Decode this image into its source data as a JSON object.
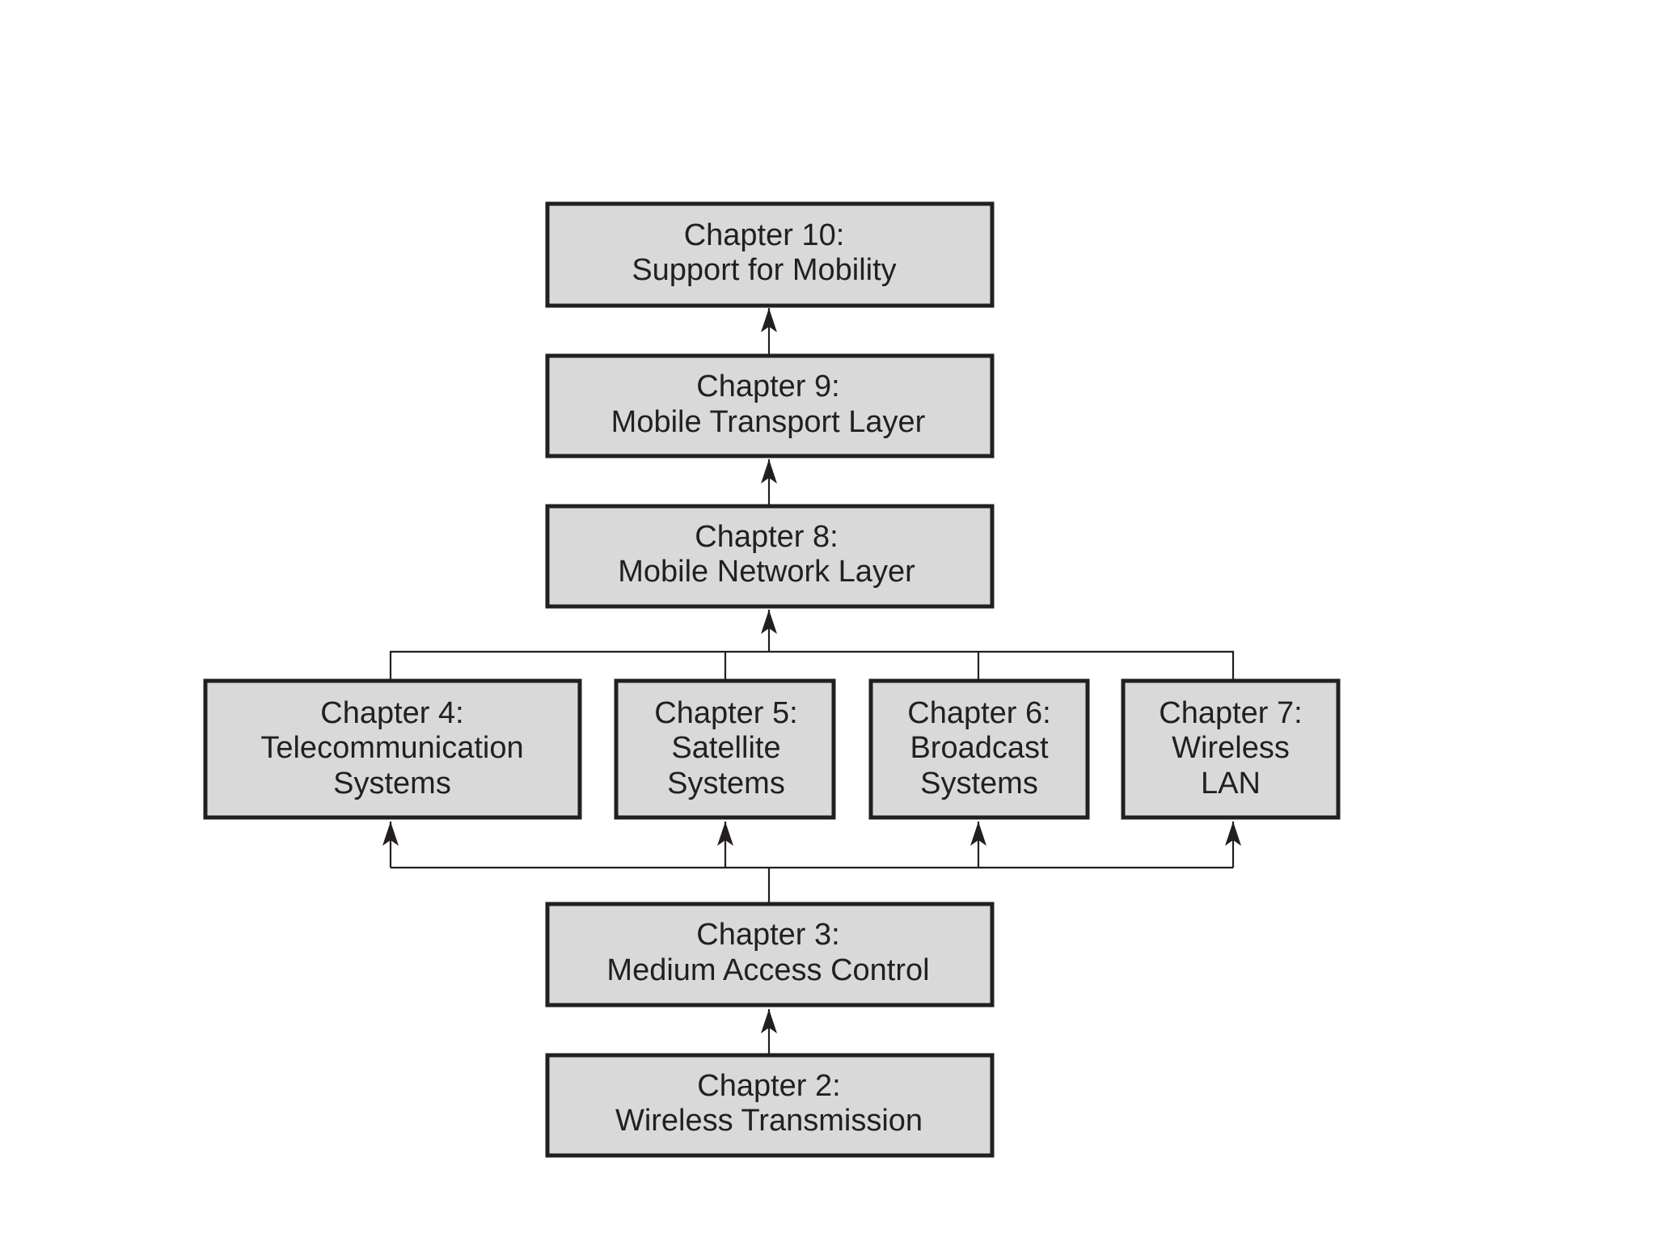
{
  "diagram": {
    "chapters": {
      "ch10": {
        "line1": "Chapter 10:",
        "line2": "Support for Mobility"
      },
      "ch9": {
        "line1": "Chapter 9:",
        "line2": "Mobile Transport Layer"
      },
      "ch8": {
        "line1": "Chapter 8:",
        "line2": "Mobile Network Layer"
      },
      "ch4": {
        "line1": "Chapter 4:",
        "line2": "Telecommunication",
        "line3": "Systems"
      },
      "ch5": {
        "line1": "Chapter 5:",
        "line2": "Satellite",
        "line3": "Systems"
      },
      "ch6": {
        "line1": "Chapter 6:",
        "line2": "Broadcast",
        "line3": "Systems"
      },
      "ch7": {
        "line1": "Chapter 7:",
        "line2": "Wireless",
        "line3": "LAN"
      },
      "ch3": {
        "line1": "Chapter 3:",
        "line2": "Medium Access Control"
      },
      "ch2": {
        "line1": "Chapter 2:",
        "line2": "Wireless Transmission"
      }
    },
    "edges": [
      {
        "from": "Chapter 2",
        "to": "Chapter 3"
      },
      {
        "from": "Chapter 3",
        "to": "Chapter 4"
      },
      {
        "from": "Chapter 3",
        "to": "Chapter 5"
      },
      {
        "from": "Chapter 3",
        "to": "Chapter 6"
      },
      {
        "from": "Chapter 3",
        "to": "Chapter 7"
      },
      {
        "from": "Chapter 4",
        "to": "Chapter 8"
      },
      {
        "from": "Chapter 5",
        "to": "Chapter 8"
      },
      {
        "from": "Chapter 6",
        "to": "Chapter 8"
      },
      {
        "from": "Chapter 7",
        "to": "Chapter 8"
      },
      {
        "from": "Chapter 8",
        "to": "Chapter 9"
      },
      {
        "from": "Chapter 9",
        "to": "Chapter 10"
      }
    ],
    "colors": {
      "box_fill": "#d9d9d9",
      "stroke": "#231f20",
      "background": "#ffffff"
    }
  }
}
